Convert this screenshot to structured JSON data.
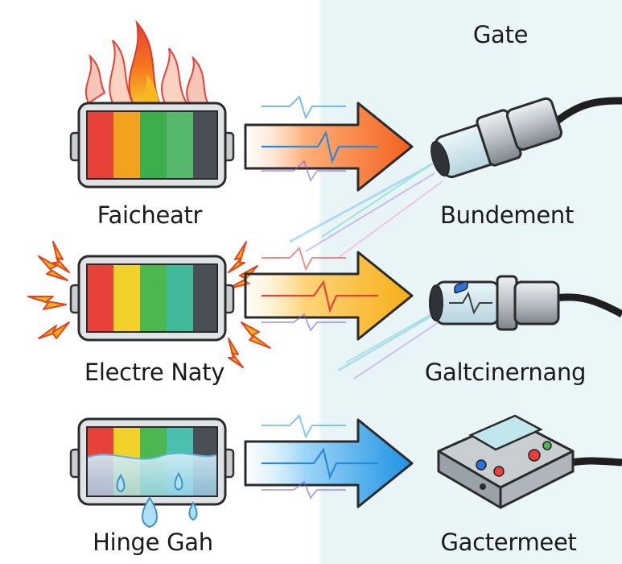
{
  "header": {
    "title": "Gate"
  },
  "rows": [
    {
      "battery_label": "Faicheatr",
      "device_label": "Bundement",
      "arrow_color": "#f26a1b",
      "condition_icon": "fire-icon",
      "device_icon": "sensor-probe-icon"
    },
    {
      "battery_label": "Electre Naty",
      "device_label": "Galtcinernang",
      "arrow_color": "#f7b21b",
      "condition_icon": "electric-spark-icon",
      "device_icon": "sensor-probe-icon"
    },
    {
      "battery_label": "Hinge Gah",
      "device_label": "Gactermeet",
      "arrow_color": "#2a9be6",
      "condition_icon": "water-drop-icon",
      "device_icon": "handheld-meter-icon"
    }
  ],
  "colors": {
    "battery_cells": [
      "#e8413a",
      "#f3a21f",
      "#3dae4c",
      "#55b86a",
      "#4a4f55"
    ],
    "battery_cells_row2": [
      "#e8413a",
      "#f2d12a",
      "#4cb64f",
      "#42b99a",
      "#4a4f55"
    ],
    "battery_cells_row3": [
      "#e8413a",
      "#f2d12a",
      "#4cb64f",
      "#4bc0ae",
      "#4a4f55"
    ],
    "right_panel": "#eaf6f7"
  }
}
